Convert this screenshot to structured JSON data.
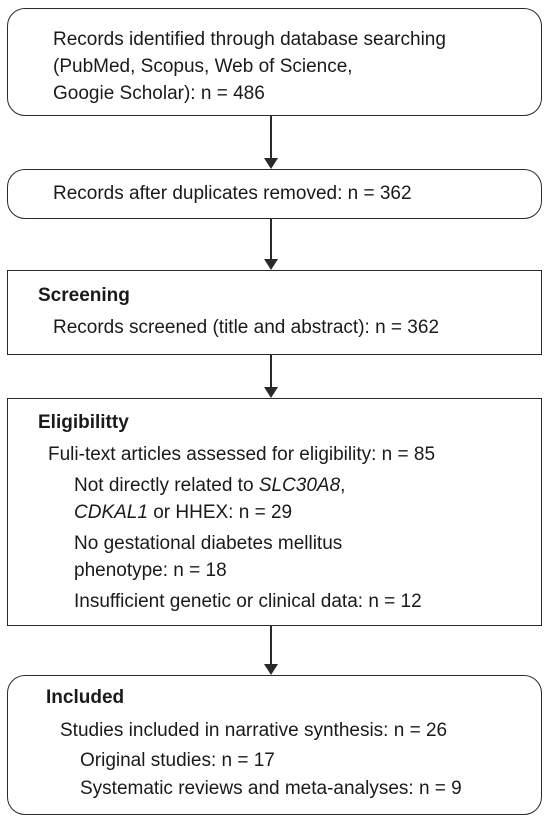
{
  "identification": {
    "line1": "Records identified through database searching",
    "line2": "(PubMed, Scopus, Web of Science,",
    "line3": "Googie Scholar): n = 486"
  },
  "duplicates": {
    "line1": "Records after duplicates removed: n = 362"
  },
  "screening": {
    "heading": "Screening",
    "line1": "Records screened (title and abstract): n = 362"
  },
  "eligibility": {
    "heading": "Eligibilitty",
    "assessed": "Fuli-text articles assessed for eligibility: n = 85",
    "excl1_prefix": "Not directly related to ",
    "excl1_gene1": "SLC30A8",
    "excl1_comma": ",",
    "excl1_gene2": "CDKAL1",
    "excl1_rest": " or HHEX: n = 29",
    "excl2_line1": "No gestational diabetes mellitus",
    "excl2_line2": "phenotype: n = 18",
    "excl3": "Insufficient genetic or clinical data: n = 12"
  },
  "included": {
    "heading": "Included",
    "line1": "Studies included in narrative synthesis: n = 26",
    "original": "Original studies: n = 17",
    "reviews": "Systematic reviews and meta-analyses: n = 9"
  }
}
